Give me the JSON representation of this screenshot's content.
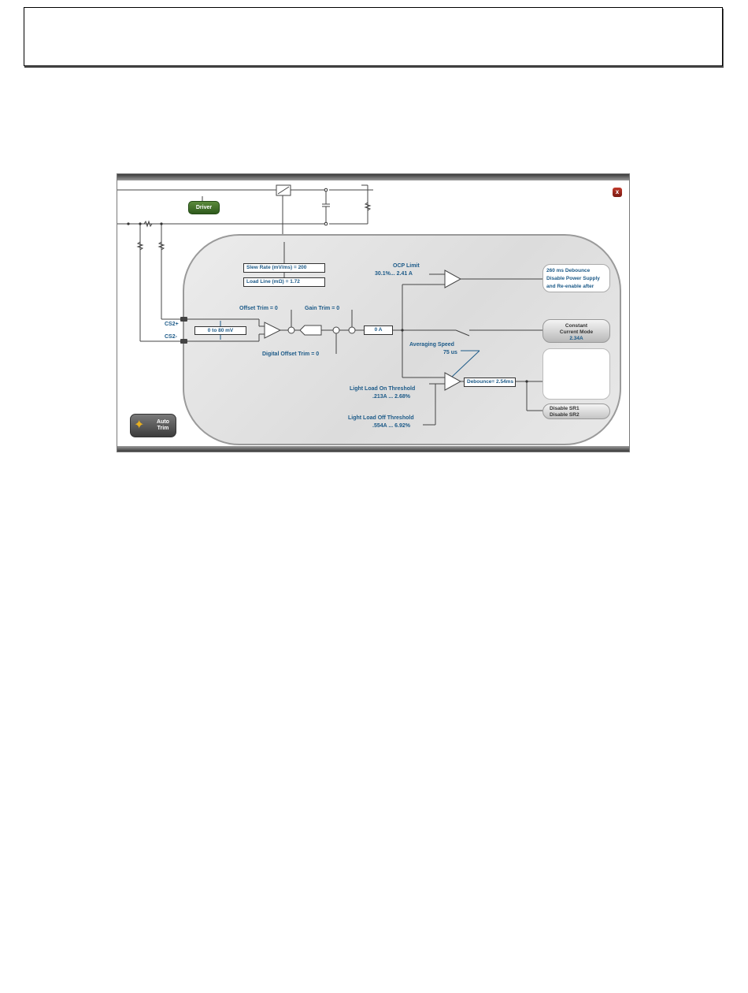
{
  "diagram": {
    "driver_label": "Driver",
    "close_label": "x",
    "slew_rate": "Slew Rate (mV/ms) = 200",
    "load_line": "Load Line (mΩ) =   1.72",
    "cs_plus": "CS2+",
    "cs_minus": "CS2-",
    "range_box": "0 to 80 mV",
    "offset_trim": "Offset Trim = 0",
    "gain_trim": "Gain Trim = 0",
    "digital_offset_trim": "Digital Offset Trim = 0",
    "current_box": "0 A",
    "ocp_title": "OCP Limit",
    "ocp_value": "30.1%... 2.41 A",
    "ocp_action": [
      "260 ms Debounce",
      "Disable Power Supply",
      "and Re-enable after"
    ],
    "cc_mode": [
      "Constant",
      "Current Mode",
      "2.34A"
    ],
    "averaging_title": "Averaging Speed",
    "averaging_value": "75 us",
    "debounce": "Debounce= 2.54ms",
    "light_on_title": "Light Load On Threshold",
    "light_on_value": ".213A ... 2.68%",
    "light_off_title": "Light Load Off Threshold",
    "light_off_value": ".554A ... 6.92%",
    "disable_sr": [
      "Disable SR1",
      "Disable SR2"
    ],
    "auto_trim": "Auto Trim"
  }
}
